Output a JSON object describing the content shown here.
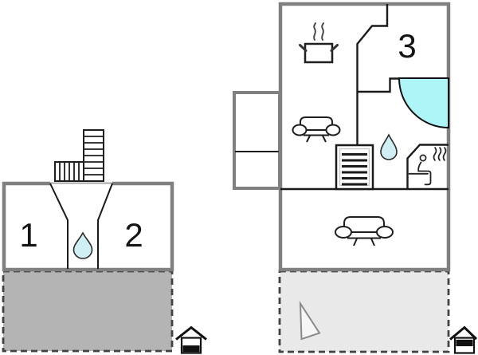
{
  "colors": {
    "exterior_wall": "#808080",
    "interior_wall": "#1a1a1a",
    "left_terrace_fill": "#b4b4b4",
    "right_terrace_fill": "#e9e9e9",
    "terrace_border": "#424242",
    "door_swing_fill": "#aef5f8",
    "water_drop_fill": "#cfeff5",
    "label_color": "#141414"
  },
  "left_plan": {
    "rooms": [
      {
        "label": "1"
      },
      {
        "label": "2"
      }
    ],
    "icons": [
      "staircase-icon",
      "water-drop-icon",
      "floor-level-lower-icon"
    ]
  },
  "right_plan": {
    "rooms": [
      {
        "label": "3"
      }
    ],
    "icons": [
      "cooking-pot-icon",
      "sofa-icon",
      "staircase-icon",
      "water-drop-icon",
      "sauna-icon",
      "door-swing-icon",
      "triangle-marker-icon",
      "floor-level-upper-icon"
    ]
  }
}
